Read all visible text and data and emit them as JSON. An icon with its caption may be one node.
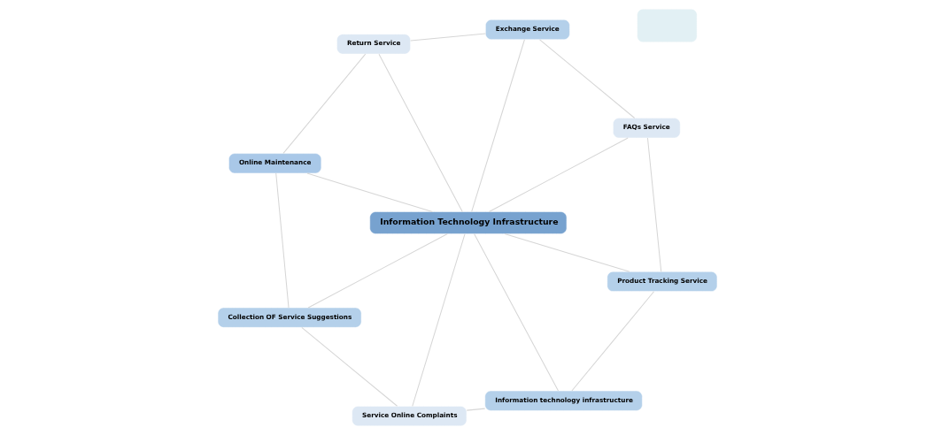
{
  "diagram": {
    "nodes": [
      {
        "text": [],
        "shape": "box"
      },
      {
        "text": [
          "Exchange Service"
        ]
      },
      {
        "text": [
          "Return Service"
        ]
      },
      {
        "text": [
          "FAQs Service"
        ]
      },
      {
        "text": [
          "Online Maintenance"
        ]
      },
      {
        "text": [
          "Information Technology Infrastructure"
        ]
      },
      {
        "text": [
          "Product Tracking Service"
        ]
      },
      {
        "text": [
          "Collection OF Service Suggestions"
        ]
      },
      {
        "text": [
          "Information technology infrastructure"
        ]
      },
      {
        "text": [
          "Service Online Complaints"
        ]
      }
    ],
    "edges": [
      {
        "from": 5,
        "to": 1,
        "arrow": "none"
      },
      {
        "from": 5,
        "to": 2,
        "arrow": "none"
      },
      {
        "from": 5,
        "to": 3,
        "arrow": "none"
      },
      {
        "from": 5,
        "to": 4,
        "arrow": "none"
      },
      {
        "from": 5,
        "to": 6,
        "arrow": "none"
      },
      {
        "from": 5,
        "to": 7,
        "arrow": "none"
      },
      {
        "from": 5,
        "to": 8,
        "arrow": "none"
      },
      {
        "from": 5,
        "to": 9,
        "arrow": "none"
      },
      {
        "from": 1,
        "to": 2,
        "arrow": "none"
      },
      {
        "from": 2,
        "to": 4,
        "arrow": "none"
      },
      {
        "from": 4,
        "to": 7,
        "arrow": "none"
      },
      {
        "from": 7,
        "to": 9,
        "arrow": "none"
      },
      {
        "from": 9,
        "to": 8,
        "arrow": "none"
      },
      {
        "from": 8,
        "to": 6,
        "arrow": "none"
      },
      {
        "from": 6,
        "to": 3,
        "arrow": "none"
      },
      {
        "from": 3,
        "to": 1,
        "arrow": "none"
      }
    ]
  }
}
